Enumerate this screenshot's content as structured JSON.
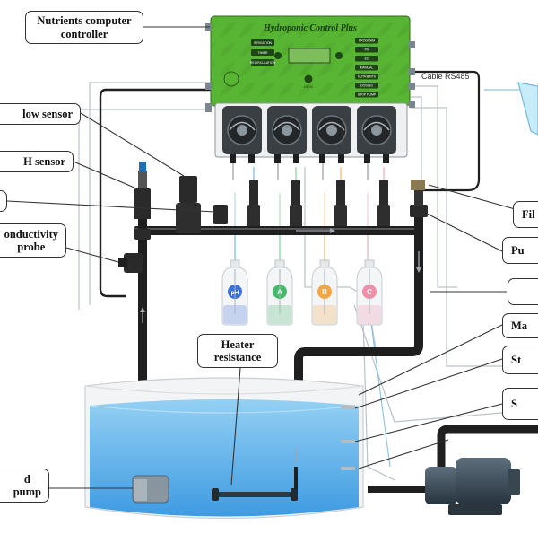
{
  "callouts": {
    "controller": "Nutrients computer\ncontroller",
    "flow_sensor": "low sensor",
    "ph_sensor": "H sensor",
    "small_left": "",
    "conductivity": "onductivity\nprobe",
    "heater": "Heater\nresistance",
    "pump_left": "d\npump",
    "filter": "Fil",
    "pump_right": "Pu",
    "blank_right": "",
    "ma": "Ma",
    "st": "St",
    "s": "S"
  },
  "controller": {
    "title": "Hydroponic Control Plus",
    "cable_label": "Cable RS485",
    "left_buttons": [
      "IRRIGATION",
      "TIMER",
      "RECIRCULATION"
    ],
    "right_buttons": [
      "PROGRAM",
      "PH",
      "EC",
      "MANUAL",
      "NUTRIENTS",
      "DOSING",
      "STOP PUMP"
    ],
    "center_button": "MENU",
    "pump_count": 4
  },
  "bottles": [
    {
      "letter": "pH",
      "color": "#3f6fd8"
    },
    {
      "letter": "A",
      "color": "#47b96a"
    },
    {
      "letter": "B",
      "color": "#f4a640"
    },
    {
      "letter": "C",
      "color": "#ef90a8"
    }
  ],
  "colors": {
    "controller_green": "#58b534",
    "water": "#4aa7e8",
    "pipe": "#1f1f1f",
    "tank_wall": "#f2f4f5"
  }
}
